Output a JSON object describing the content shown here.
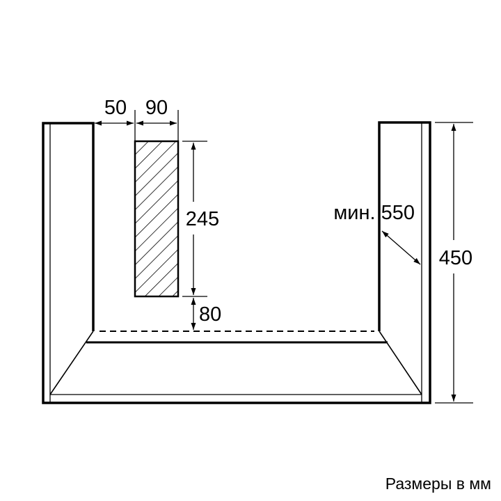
{
  "dimensions": {
    "left_gap": "50",
    "vent_width": "90",
    "vent_height": "245",
    "vent_offset": "80",
    "min_depth": "мин. 550",
    "height": "450"
  },
  "caption": "Размеры в мм"
}
